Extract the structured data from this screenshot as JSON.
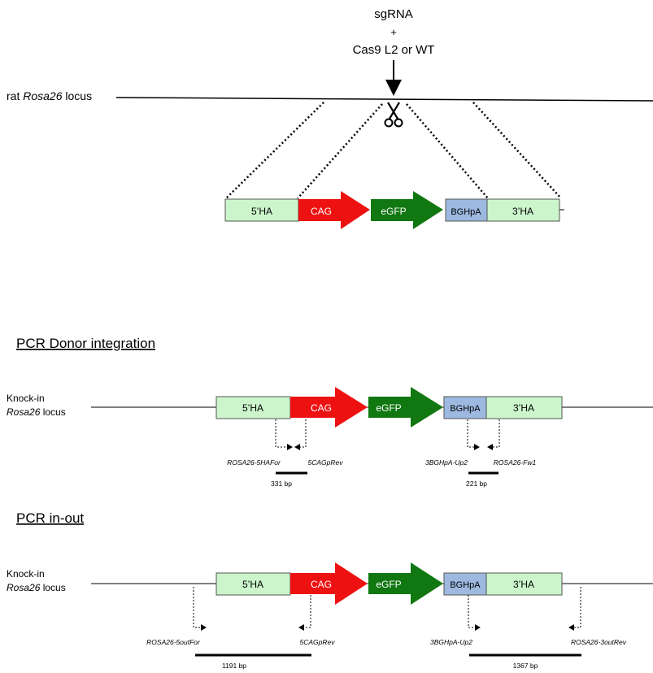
{
  "top": {
    "sgrna": "sgRNA",
    "plus": "+",
    "cas9": "Cas9 L2 or WT",
    "locus_prefix": "rat ",
    "locus_italic": "Rosa26",
    "locus_suffix": " locus",
    "cassette": {
      "ha5": "5’HA",
      "cag": "CAG",
      "egfp": "eGFP",
      "bghpa": "BGHpA",
      "ha3": "3’HA"
    }
  },
  "colors": {
    "ha": "#ccf5cc",
    "cag": "#ee1111",
    "egfp": "#117711",
    "bghpa": "#9db9e0"
  },
  "section1": {
    "title": "PCR Donor integration",
    "locus_line1": "Knock-in",
    "locus_italic": "Rosa26",
    "locus_suffix": " locus",
    "cassette": {
      "ha5": "5’HA",
      "cag": "CAG",
      "egfp": "eGFP",
      "bghpa": "BGHpA",
      "ha3": "3’HA"
    },
    "primers": [
      "ROSA26-5HAFor",
      "5CAGpRev",
      "3BGHpA-Up2",
      "ROSA26-Fw1"
    ],
    "products": [
      "331 bp",
      "221 bp"
    ]
  },
  "section2": {
    "title": "PCR in-out",
    "locus_line1": "Knock-in",
    "locus_italic": "Rosa26",
    "locus_suffix": " locus",
    "cassette": {
      "ha5": "5’HA",
      "cag": "CAG",
      "egfp": "eGFP",
      "bghpa": "BGHpA",
      "ha3": "3’HA"
    },
    "primers": [
      "ROSA26-5outFor",
      "5CAGpRev",
      "3BGHpA-Up2",
      "ROSA26-3outRev"
    ],
    "products": [
      "1191 bp",
      "1367 bp"
    ]
  }
}
